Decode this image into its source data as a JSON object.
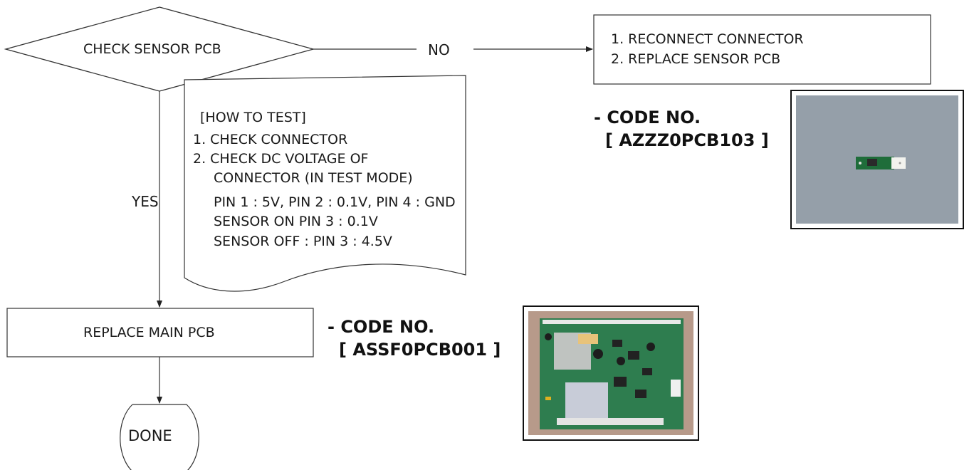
{
  "flow": {
    "decision": "CHECK SENSOR PCB",
    "no_label": "NO",
    "yes_label": "YES",
    "no_action": {
      "line1": "1. RECONNECT CONNECTOR",
      "line2": "2. REPLACE SENSOR PCB"
    },
    "how_to_test": {
      "title": "[HOW TO TEST]",
      "lines": [
        "1. CHECK CONNECTOR",
        "2. CHECK DC VOLTAGE OF",
        "CONNECTOR (IN TEST MODE)",
        "PIN 1 : 5V, PIN 2 : 0.1V, PIN 4 : GND",
        "SENSOR ON PIN 3 : 0.1V",
        "SENSOR OFF : PIN 3 : 4.5V"
      ]
    },
    "yes_action": "REPLACE MAIN PCB",
    "terminal": "DONE"
  },
  "parts": {
    "sensor_pcb": {
      "code_label": "- CODE NO.",
      "code": "[ AZZZ0PCB103 ]"
    },
    "main_pcb": {
      "code_label": "- CODE NO.",
      "code": "[ ASSF0PCB001 ]"
    }
  }
}
